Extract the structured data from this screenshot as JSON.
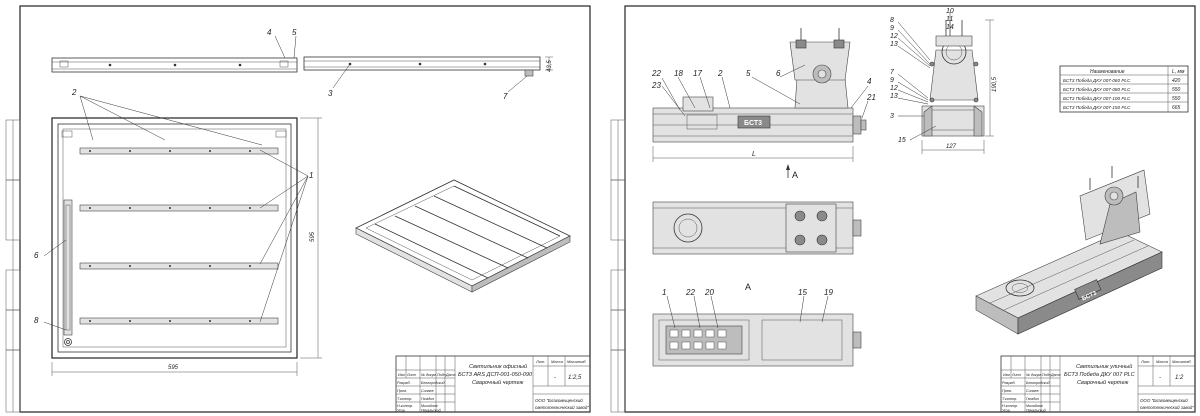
{
  "sheet1": {
    "title_line1": "Светильник офисный",
    "title_line2": "БСТ3 ARS ДСП-001-050-090",
    "title_line3": "Сварочный чертеж",
    "scale": "1:2,5",
    "sheet_no": "-",
    "company_line1": "ООО \"Благовещенский",
    "company_line2": "светотехнический завод\"",
    "dims": {
      "width": "595",
      "height": "595",
      "profile": "43,5"
    },
    "callouts": [
      "2",
      "4",
      "5",
      "3",
      "7",
      "1",
      "6",
      "8"
    ],
    "stamp_roles": [
      "Разраб.",
      "Пров.",
      "Т.контр.",
      "Н.контр.",
      "Утв."
    ],
    "stamp_names": [
      "Белгородский",
      "Силаев",
      "Гвоздин",
      "Михайлов",
      "Печальский"
    ],
    "stamp_headers": [
      "Изм",
      "Лист",
      "№ докум.",
      "Подп.",
      "Дата"
    ],
    "scale_headers": [
      "Лит.",
      "Масса",
      "Масштаб"
    ]
  },
  "sheet2": {
    "title_line1": "Светильник уличный",
    "title_line2": "БСТ3 Победа ДКУ 007 PLC",
    "title_line3": "Сварочный чертеж",
    "scale": "1:2",
    "sheet_no": "-",
    "company_line1": "ООО \"Благовещенский",
    "company_line2": "светотехнический завод\"",
    "logo": "БСТ3",
    "view_labels": [
      "A",
      "A"
    ],
    "dims": {
      "length": "L",
      "height": "190,5",
      "base": "127"
    },
    "callouts_top": [
      "22",
      "23",
      "18",
      "17",
      "2",
      "5",
      "6",
      "4",
      "21"
    ],
    "callouts_side": [
      "8",
      "9",
      "12",
      "13",
      "7",
      "9",
      "12",
      "13",
      "3",
      "15",
      "10",
      "11",
      "14"
    ],
    "callouts_bottom": [
      "1",
      "22",
      "20",
      "15",
      "19"
    ],
    "table": {
      "headers": [
        "Наименование",
        "L, мм"
      ],
      "rows": [
        [
          "БСТ3 Победа ДКУ 007-060 PLC",
          "420"
        ],
        [
          "БСТ3 Победа ДКУ 007-080 PLC",
          "550"
        ],
        [
          "БСТ3 Победа ДКУ 007-100 PLC",
          "550"
        ],
        [
          "БСТ3 Победа ДКУ 007-150 PLC",
          "665"
        ]
      ]
    },
    "stamp_roles": [
      "Разраб.",
      "Пров.",
      "Т.контр.",
      "Н.контр.",
      "Утв."
    ],
    "stamp_names": [
      "Белгородский",
      "Силаев",
      "Гвоздин",
      "Михайлов",
      "Печальский"
    ],
    "stamp_headers": [
      "Изм",
      "Лист",
      "№ докум.",
      "Подп.",
      "Дата"
    ],
    "scale_headers": [
      "Лит.",
      "Масса",
      "Масштаб"
    ]
  }
}
